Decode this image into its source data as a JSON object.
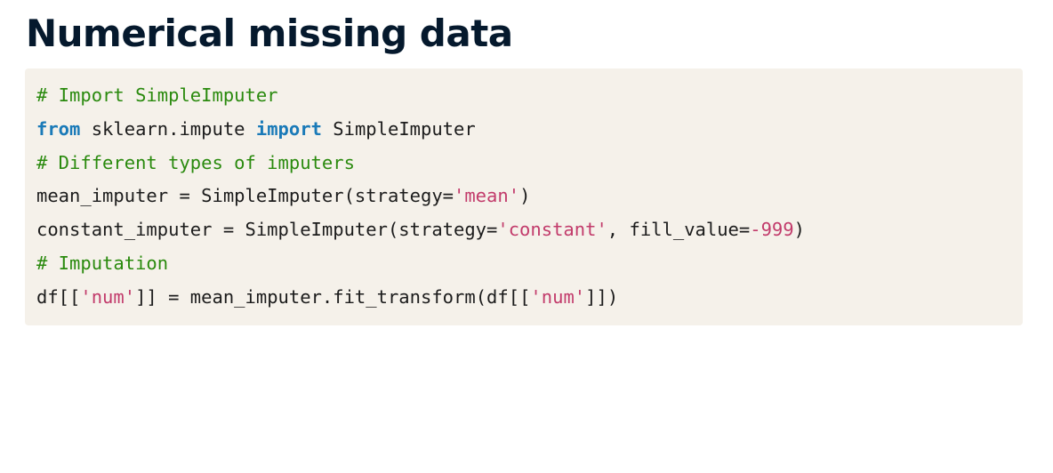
{
  "title": "Numerical missing data",
  "code": {
    "line1": {
      "comment": "# Import SimpleImputer"
    },
    "line2": {
      "kw_from": "from",
      "module": " sklearn.impute ",
      "kw_import": "import",
      "name": " SimpleImputer"
    },
    "line3": {
      "comment": "# Different types of imputers"
    },
    "line4": {
      "prefix": "mean_imputer = SimpleImputer(strategy=",
      "strategy": "'mean'",
      "suffix": ")"
    },
    "line5": {
      "prefix": "constant_imputer = SimpleImputer(strategy=",
      "strategy": "'constant'",
      "middle": ", fill_value=",
      "fill_value": "-999",
      "suffix": ")"
    },
    "line6": {
      "comment": "# Imputation"
    },
    "line7": {
      "p1": "df[[",
      "col1": "'num'",
      "p2": "]] = mean_imputer.fit_transform(df[[",
      "col2": "'num'",
      "p3": "]])"
    }
  },
  "colors": {
    "comment": "#2a8a0e",
    "keyword": "#1a7ab8",
    "string": "#c23b6b",
    "code_background": "#f5f1ea",
    "title": "#05192d"
  }
}
